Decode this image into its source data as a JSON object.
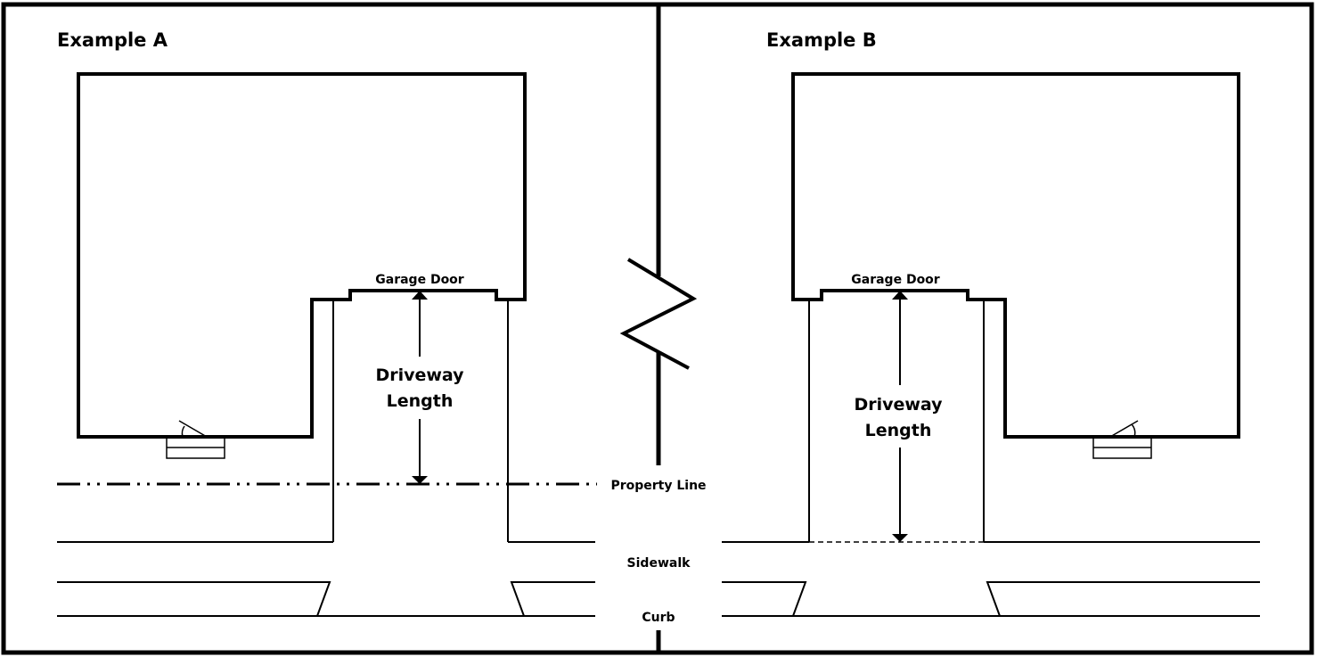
{
  "panels": {
    "left": {
      "title": "Example A",
      "garage_label": "Garage Door",
      "driveway_label_line1": "Driveway",
      "driveway_label_line2": "Length"
    },
    "right": {
      "title": "Example B",
      "garage_label": "Garage Door",
      "driveway_label_line1": "Driveway",
      "driveway_label_line2": "Length"
    }
  },
  "center_labels": {
    "property_line": "Property Line",
    "sidewalk": "Sidewalk",
    "curb": "Curb"
  },
  "colors": {
    "stroke": "#000000",
    "background": "#ffffff"
  }
}
